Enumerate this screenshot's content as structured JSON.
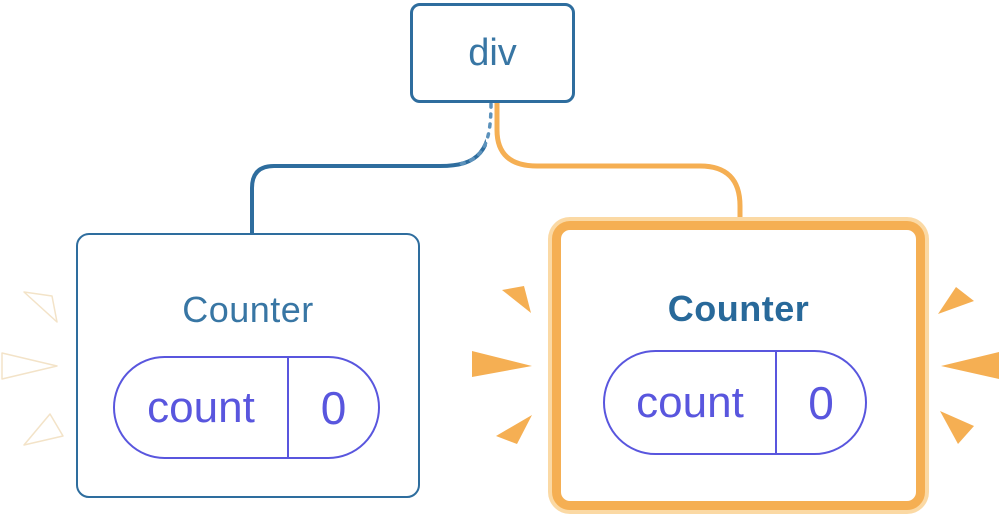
{
  "colors": {
    "blue_border": "#2E6D9E",
    "blue_text": "#3876A4",
    "blue_text_bold": "#28699A",
    "purple": "#5956DE",
    "orange": "#F5AF53",
    "orange_light": "#FBD9A4",
    "spark_white": "#FFFFFF"
  },
  "tree": {
    "root": {
      "label": "div"
    },
    "children": [
      {
        "label": "Counter",
        "highlighted": false,
        "state": {
          "key": "count",
          "value": "0"
        }
      },
      {
        "label": "Counter",
        "highlighted": true,
        "state": {
          "key": "count",
          "value": "0"
        }
      }
    ]
  }
}
